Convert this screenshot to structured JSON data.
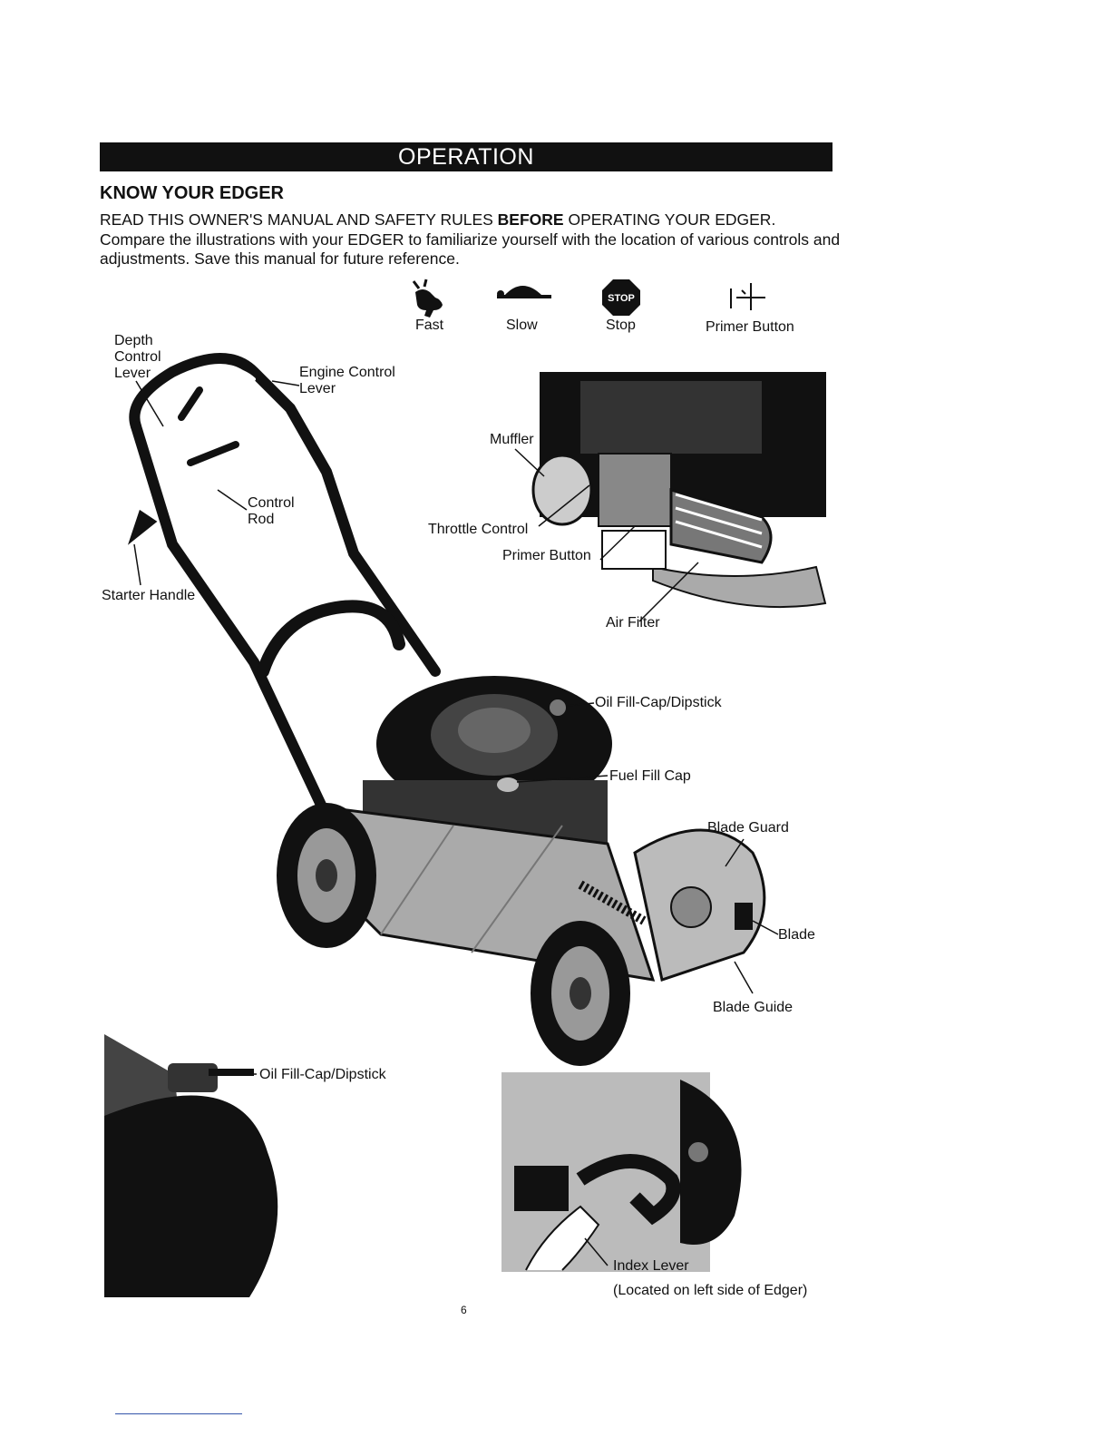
{
  "banner": "OPERATION",
  "heading": "KNOW YOUR EDGER",
  "intro": {
    "part1": "READ THIS OWNER'S MANUAL AND SAFETY RULES ",
    "bold": "BEFORE",
    "part2": " OPERATING YOUR EDGER. Compare the illustrations with your EDGER to familiarize yourself with the location of various controls and adjustments. Save this manual for future reference."
  },
  "symbols": [
    {
      "label": "Fast",
      "icon": "rabbit-icon"
    },
    {
      "label": "Slow",
      "icon": "turtle-icon"
    },
    {
      "label": "Stop",
      "icon": "stop-sign-icon"
    },
    {
      "label": "Primer Button",
      "icon": "primer-icon"
    }
  ],
  "labels": {
    "depth_control_lever": [
      "Depth",
      "Control",
      "Lever"
    ],
    "engine_control_lever": [
      "Engine Control",
      "Lever"
    ],
    "control_rod": [
      "Control",
      "Rod"
    ],
    "starter_handle": "Starter Handle",
    "muffler": "Muffler",
    "throttle_control": "Throttle Control",
    "primer_button": "Primer Button",
    "air_filter": "Air Filter",
    "oil_fill_cap": "Oil Fill-Cap/Dipstick",
    "fuel_fill_cap": "Fuel Fill Cap",
    "blade_guard": "Blade Guard",
    "blade": "Blade",
    "blade_guide": "Blade Guide",
    "oil_fill_cap_detail": "Oil Fill-Cap/Dipstick",
    "index_lever": "Index Lever",
    "index_lever_note": "(Located on left side of Edger)"
  },
  "page_number": "6"
}
